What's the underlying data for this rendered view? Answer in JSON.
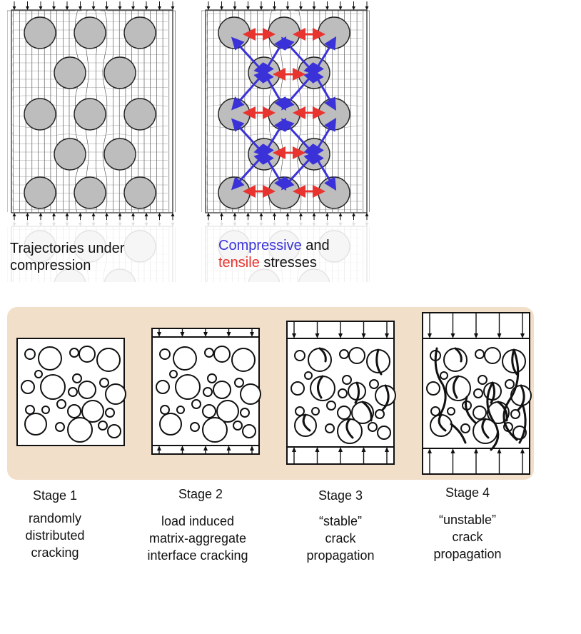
{
  "top": {
    "left_caption": [
      "Trajectories under",
      "compression"
    ],
    "right_caption": {
      "compressive": "Compressive",
      "and": " and",
      "tensile": "tensile",
      "stresses": " stresses"
    },
    "colors": {
      "compressive": "#3a32d8",
      "tensile": "#e8332e",
      "panel": "#f2dfca"
    }
  },
  "stages": [
    {
      "title": "Stage 1",
      "description": [
        "randomly",
        "distributed",
        "cracking"
      ]
    },
    {
      "title": "Stage 2",
      "description": [
        "load induced",
        "matrix-aggregate",
        "interface cracking"
      ]
    },
    {
      "title": "Stage 3",
      "description": [
        "“stable”",
        "crack",
        "propagation"
      ]
    },
    {
      "title": "Stage 4",
      "description": [
        "“unstable”",
        "crack",
        "propagation"
      ]
    }
  ]
}
